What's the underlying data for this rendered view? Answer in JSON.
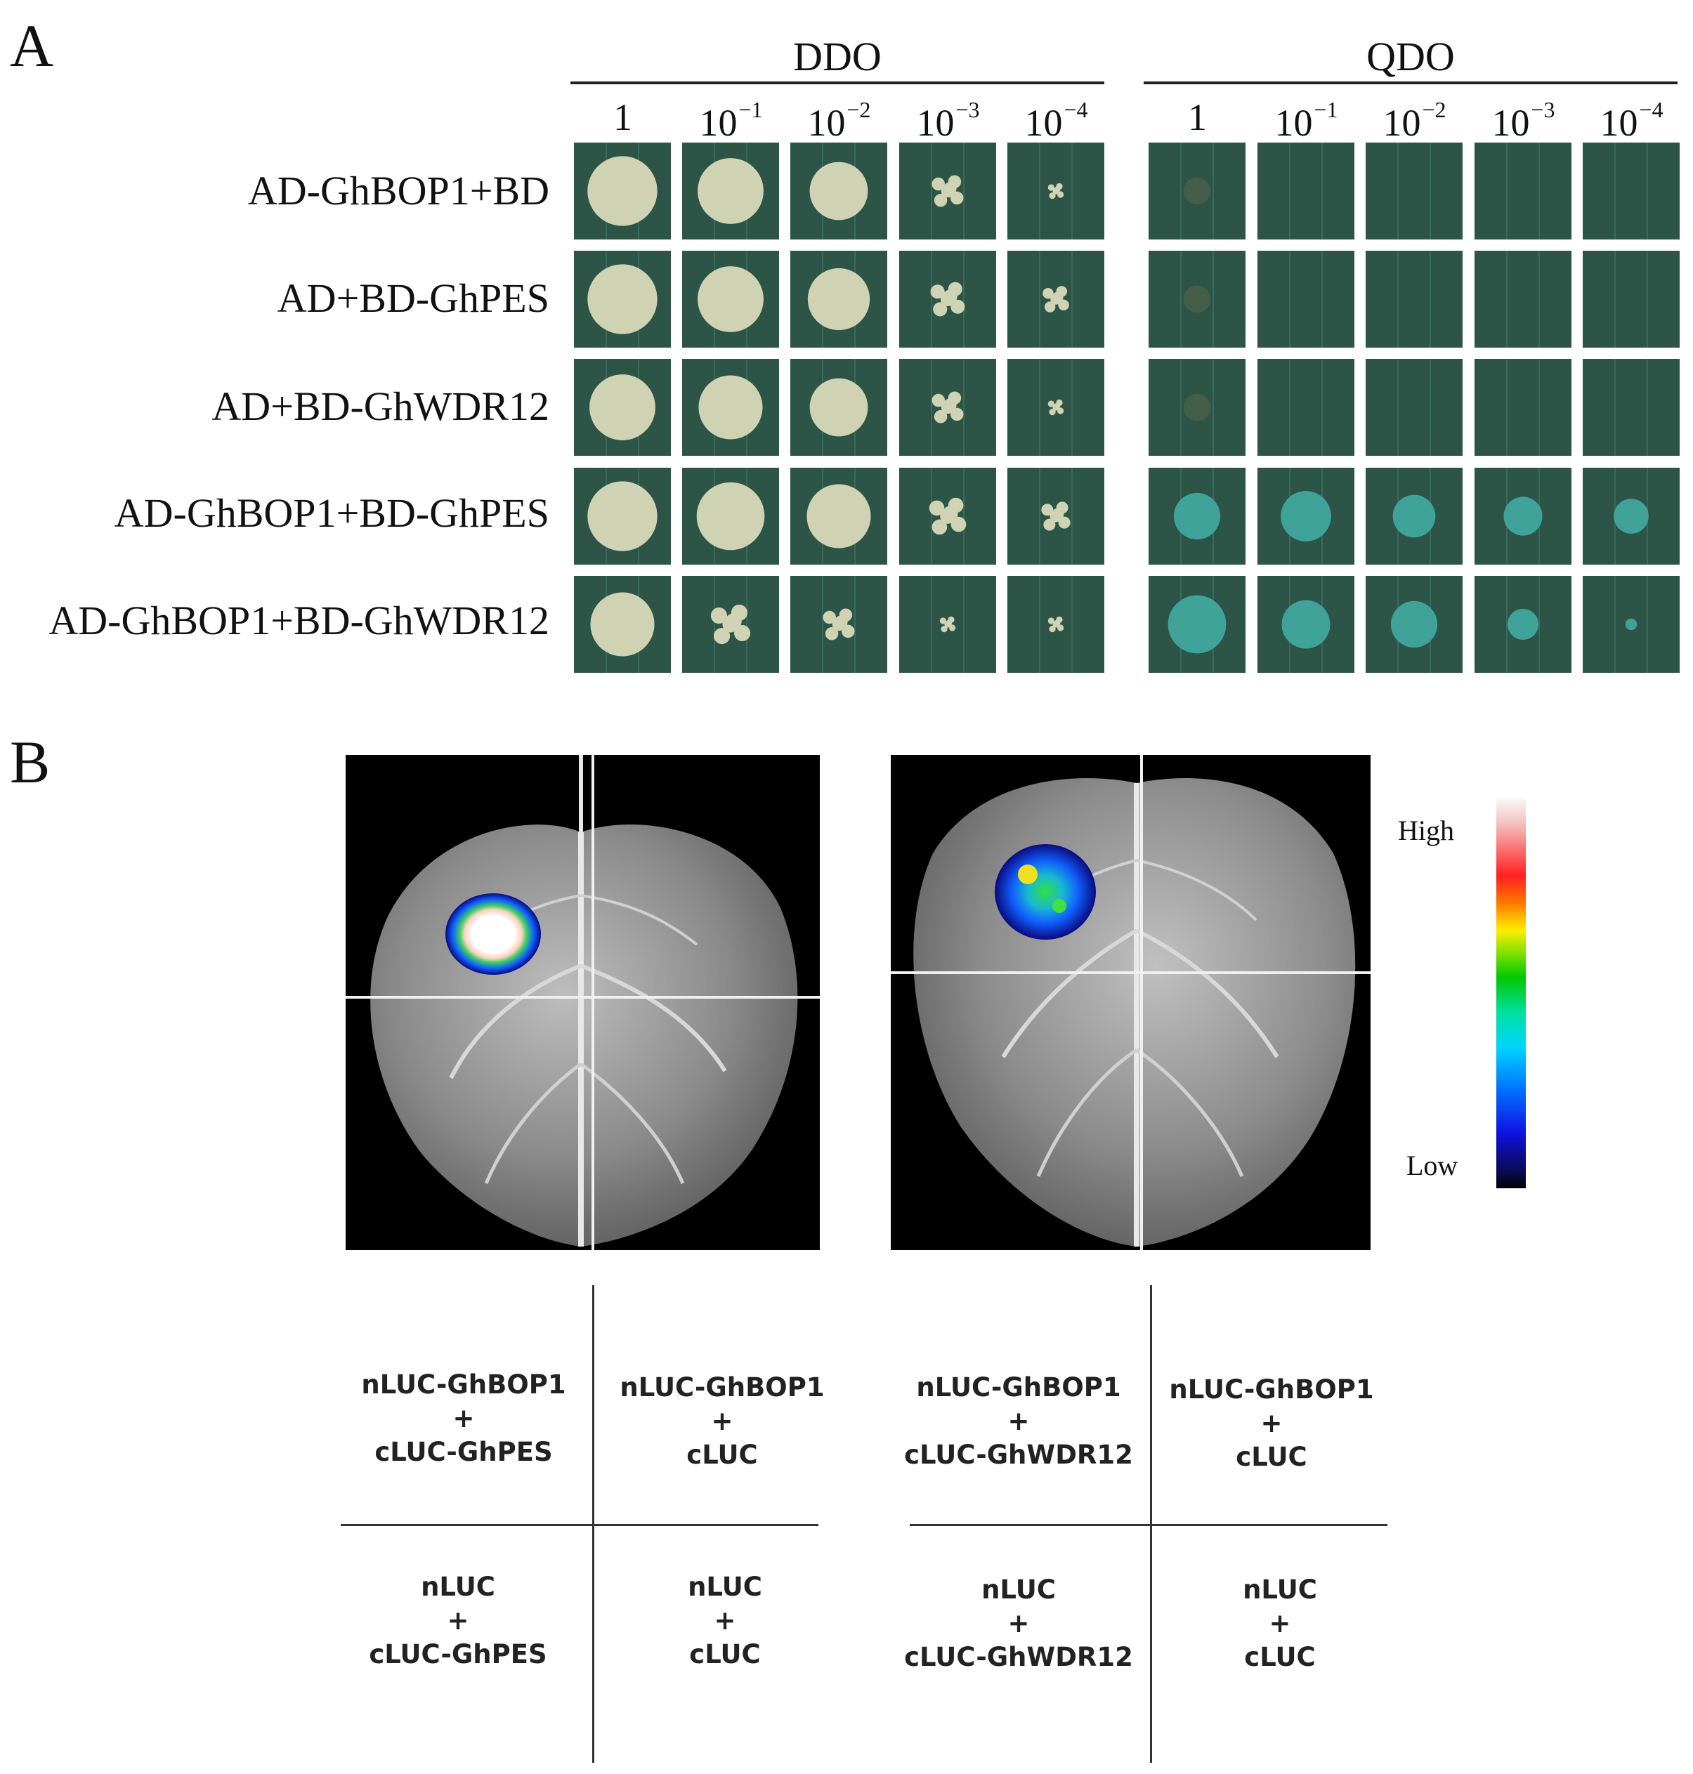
{
  "panel_a": {
    "letter": "A",
    "groups": [
      {
        "name": "DDO",
        "dilutions": [
          {
            "base": "1",
            "exp": ""
          },
          {
            "base": "10",
            "exp": "−1"
          },
          {
            "base": "10",
            "exp": "−2"
          },
          {
            "base": "10",
            "exp": "−3"
          },
          {
            "base": "10",
            "exp": "−4"
          }
        ]
      },
      {
        "name": "QDO",
        "dilutions": [
          {
            "base": "1",
            "exp": ""
          },
          {
            "base": "10",
            "exp": "−1"
          },
          {
            "base": "10",
            "exp": "−2"
          },
          {
            "base": "10",
            "exp": "−3"
          },
          {
            "base": "10",
            "exp": "−4"
          }
        ]
      }
    ],
    "rows": [
      "AD-GhBOP1+BD",
      "AD+BD-GhPES",
      "AD+BD-GhWDR12",
      "AD-GhBOP1+BD-GhPES",
      "AD-GhBOP1+BD-GhWDR12"
    ],
    "colors": {
      "plate": "#2c5447",
      "ddo_colony": "#cfd3b4",
      "qdo_colony": "#3fa39a"
    }
  },
  "panel_b": {
    "letter": "B",
    "scale": {
      "high": "High",
      "low": "Low"
    },
    "leaves": [
      {
        "cells": [
          [
            "nLUC-GhBOP1",
            "+",
            "cLUC-GhPES"
          ],
          [
            "nLUC-GhBOP1",
            "+",
            "cLUC"
          ],
          [
            "nLUC",
            "+",
            "cLUC-GhPES"
          ],
          [
            "nLUC",
            "+",
            "cLUC"
          ]
        ]
      },
      {
        "cells": [
          [
            "nLUC-GhBOP1",
            "+",
            "cLUC-GhWDR12"
          ],
          [
            "nLUC-GhBOP1",
            "+",
            "cLUC"
          ],
          [
            "nLUC",
            "+",
            "cLUC-GhWDR12"
          ],
          [
            "nLUC",
            "+",
            "cLUC"
          ]
        ]
      }
    ]
  }
}
